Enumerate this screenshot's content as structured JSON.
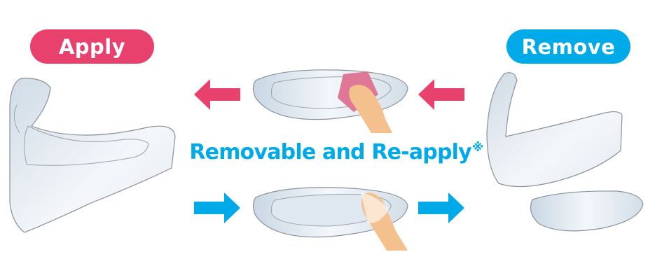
{
  "labels": {
    "apply": "Apply",
    "remove": "Remove",
    "headline": "Removable and Re-apply",
    "note_mark": "※"
  },
  "colors": {
    "pink": "#e8416e",
    "blue": "#00a9e8",
    "lens_fill": "#e6eef5",
    "lens_stroke": "#8a9099",
    "skin": "#f4c08e",
    "cloth": "#de7896"
  },
  "icons": [
    "arrow-left-icon",
    "arrow-right-icon",
    "hand-icon",
    "visor-icon",
    "lens-icon"
  ]
}
